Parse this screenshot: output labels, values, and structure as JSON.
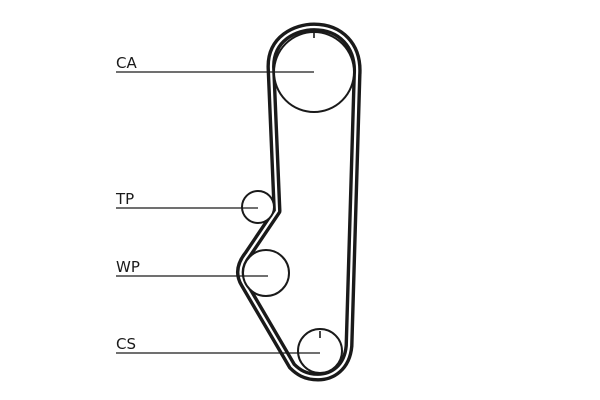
{
  "diagram": {
    "components": [
      {
        "key": "ca",
        "label": "CA"
      },
      {
        "key": "tp",
        "label": "TP"
      },
      {
        "key": "wp",
        "label": "WP"
      },
      {
        "key": "cs",
        "label": "CS"
      }
    ]
  },
  "colors": {
    "belt": "#1a1a1a",
    "background": "#ffffff"
  }
}
